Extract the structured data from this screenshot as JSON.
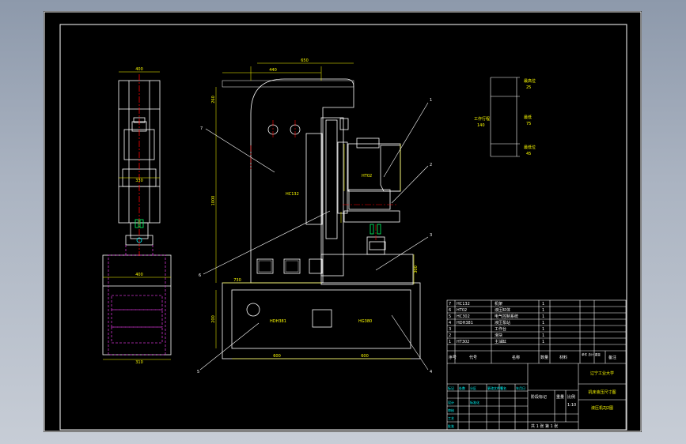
{
  "colors": {
    "background": "#000000",
    "lines": "#ffffff",
    "dimensions": "#ffff00",
    "centerline": "#ff0000",
    "hidden": "#cc33cc",
    "motor": "#00ff66"
  },
  "balloons": [
    "1",
    "2",
    "3",
    "4",
    "5",
    "6",
    "7"
  ],
  "front_view": {
    "dims": {
      "top_width": "650",
      "mid_width": "440",
      "height_left": "1000",
      "side": "260",
      "base_width_left": "600",
      "base_width_right": "600",
      "left_label": "730",
      "right_h": "300",
      "small_h": "200"
    },
    "labels": {
      "main_body": "HC132",
      "motor_label": "HT02",
      "base_left": "HDH381",
      "base_right": "HG380"
    }
  },
  "side_view": {
    "dims": {
      "top": "400",
      "mid": "330",
      "bottom": "400",
      "base": "310"
    }
  },
  "stroke_dims": {
    "top": "最高位",
    "top_val": "25",
    "mid": "最低",
    "mid_val": "75",
    "left": "工作行程",
    "left_val": "140",
    "bottom": "最低位",
    "bottom_val": "45"
  },
  "parts_list": {
    "rows": [
      {
        "no": "7",
        "code": "HC132",
        "name": "机架",
        "qty": "1"
      },
      {
        "no": "6",
        "code": "HT02",
        "name": "液压缸体",
        "qty": "1"
      },
      {
        "no": "5",
        "code": "HC302",
        "name": "电气控制系统",
        "qty": "1"
      },
      {
        "no": "4",
        "code": "HDH381",
        "name": "液压泵站",
        "qty": "1"
      },
      {
        "no": "3",
        "code": "",
        "name": "工作台",
        "qty": "1"
      },
      {
        "no": "2",
        "code": "",
        "name": "滑块",
        "qty": "1"
      },
      {
        "no": "1",
        "code": "HT302",
        "name": "主油缸",
        "qty": "1"
      }
    ],
    "header": {
      "no": "序号",
      "code": "代号",
      "name": "名称",
      "qty": "数量",
      "material": "材料",
      "weight": "单件 总计 重量",
      "remark": "备注"
    }
  },
  "title_block": {
    "school": "辽宁工业大学",
    "drawing_title": "机床液压尺寸图",
    "drawing_no": "液压机ZJ2图",
    "stage_label": "阶段标记",
    "weight_label": "重量",
    "scale_label": "比例",
    "scale": "1:10",
    "sheet": "共 1 张  第 1 张",
    "rows": [
      "标记",
      "处数",
      "分区",
      "更改文件号",
      "签名",
      "年月日",
      "设计",
      "标准化",
      "审核",
      "工艺",
      "批准"
    ]
  }
}
